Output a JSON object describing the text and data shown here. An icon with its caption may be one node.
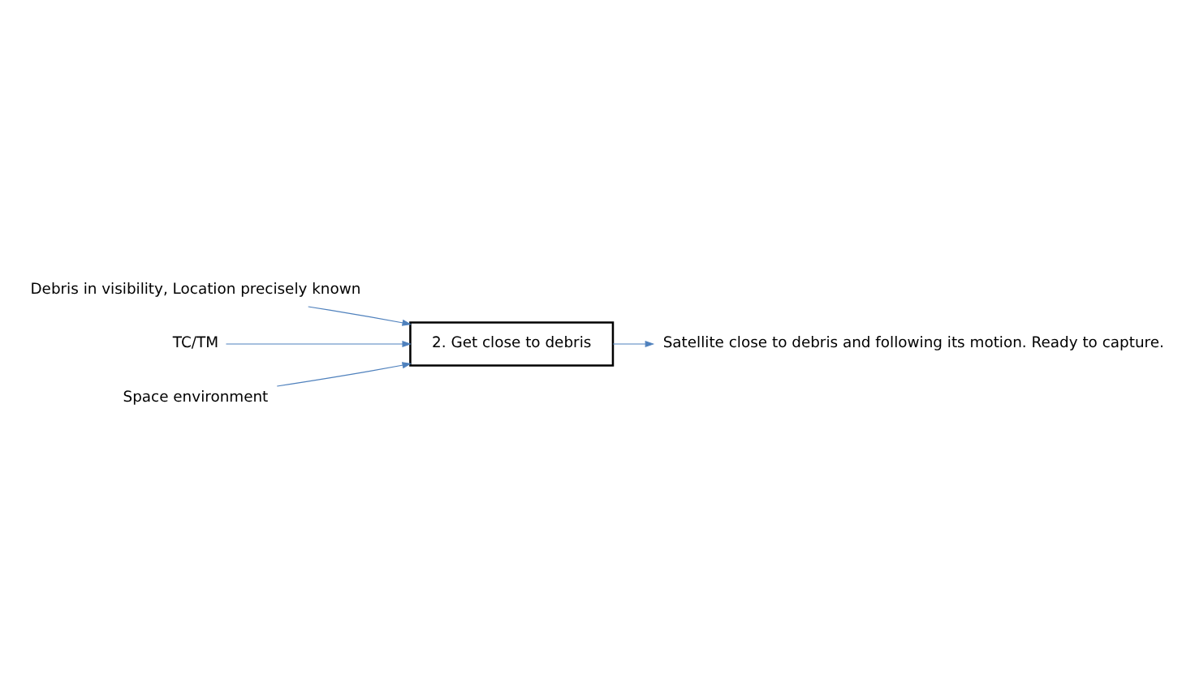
{
  "diagram": {
    "nodes": [
      {
        "text": [
          "Debris in visibility, Location precisely known"
        ]
      },
      {
        "text": [
          "TC/TM"
        ]
      },
      {
        "text": [
          "Space environment"
        ]
      },
      {
        "text": [
          "2. Get close to debris"
        ]
      },
      {
        "text": [
          "Satellite close to debris and following its motion. Ready to capture."
        ]
      }
    ],
    "edges": [
      {
        "from": 0,
        "to": 3,
        "arrow": "to"
      },
      {
        "from": 1,
        "to": 3,
        "arrow": "to"
      },
      {
        "from": 2,
        "to": 3,
        "arrow": "to"
      },
      {
        "from": 3,
        "to": 4,
        "arrow": "to"
      }
    ]
  }
}
